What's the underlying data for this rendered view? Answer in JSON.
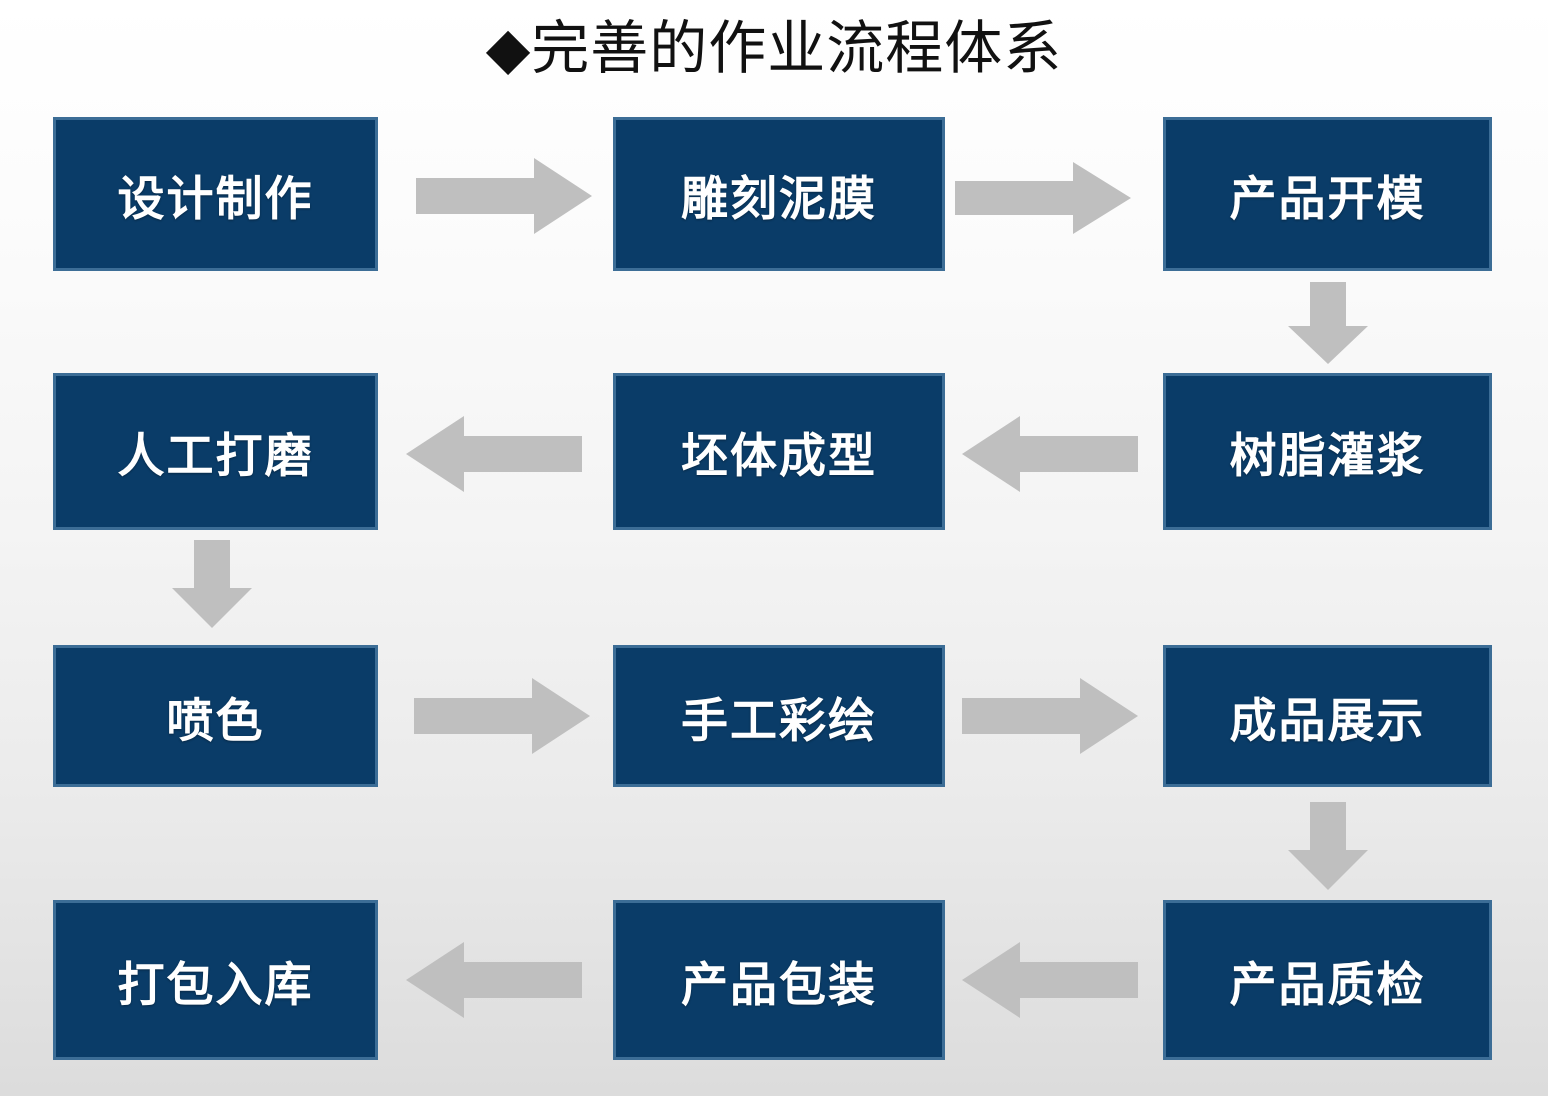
{
  "slide": {
    "title": "◆完善的作业流程体系",
    "background_top": "#ffffff",
    "background_bottom": "#dcdcdc",
    "node_fill": "#0a3c68",
    "node_border": "#3c6d96",
    "node_text_color": "#ffffff",
    "arrow_color": "#bfbfbf"
  },
  "flow": {
    "nodes": [
      {
        "id": "n1",
        "label": "设计制作",
        "row": 1,
        "col": 1
      },
      {
        "id": "n2",
        "label": "雕刻泥膜",
        "row": 1,
        "col": 2
      },
      {
        "id": "n3",
        "label": "产品开模",
        "row": 1,
        "col": 3
      },
      {
        "id": "n4",
        "label": "树脂灌浆",
        "row": 2,
        "col": 3
      },
      {
        "id": "n5",
        "label": "坯体成型",
        "row": 2,
        "col": 2
      },
      {
        "id": "n6",
        "label": "人工打磨",
        "row": 2,
        "col": 1
      },
      {
        "id": "n7",
        "label": "喷色",
        "row": 3,
        "col": 1
      },
      {
        "id": "n8",
        "label": "手工彩绘",
        "row": 3,
        "col": 2
      },
      {
        "id": "n9",
        "label": "成品展示",
        "row": 3,
        "col": 3
      },
      {
        "id": "n10",
        "label": "产品质检",
        "row": 4,
        "col": 3
      },
      {
        "id": "n11",
        "label": "产品包装",
        "row": 4,
        "col": 2
      },
      {
        "id": "n12",
        "label": "打包入库",
        "row": 4,
        "col": 1
      }
    ],
    "connectors": [
      {
        "from": "n1",
        "to": "n2",
        "direction": "right"
      },
      {
        "from": "n2",
        "to": "n3",
        "direction": "right"
      },
      {
        "from": "n3",
        "to": "n4",
        "direction": "down"
      },
      {
        "from": "n4",
        "to": "n5",
        "direction": "left"
      },
      {
        "from": "n5",
        "to": "n6",
        "direction": "left"
      },
      {
        "from": "n6",
        "to": "n7",
        "direction": "down"
      },
      {
        "from": "n7",
        "to": "n8",
        "direction": "right"
      },
      {
        "from": "n8",
        "to": "n9",
        "direction": "right"
      },
      {
        "from": "n9",
        "to": "n10",
        "direction": "down"
      },
      {
        "from": "n10",
        "to": "n11",
        "direction": "left"
      },
      {
        "from": "n11",
        "to": "n12",
        "direction": "left"
      }
    ]
  }
}
